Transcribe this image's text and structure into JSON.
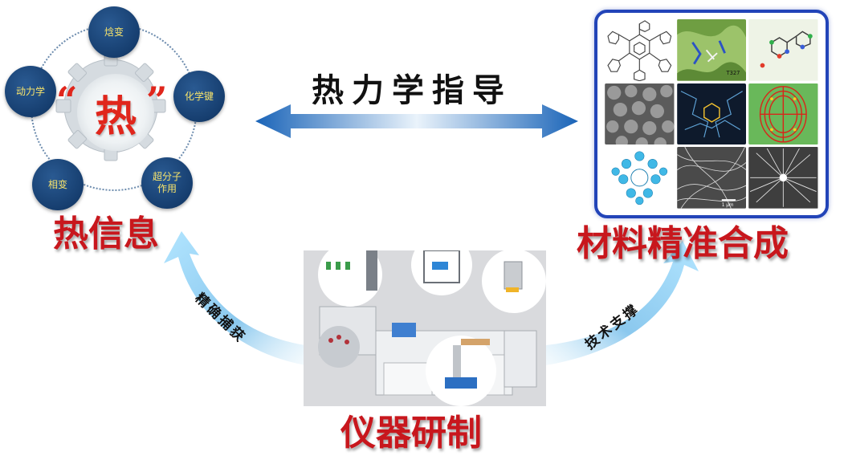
{
  "arrow_title": "热力学指导",
  "left": {
    "center_char": "热",
    "quote_open": "“",
    "quote_close": "”",
    "nodes": {
      "top": "焓变",
      "left": "动力学",
      "right": "化学键",
      "bottom_left": "相变",
      "bottom_right": "超分子\n作用"
    },
    "title": "热信息"
  },
  "right": {
    "title": "材料精准合成",
    "panel_scale_label": "1 μm",
    "panel_residue_label": "T327"
  },
  "bottom": {
    "title": "仪器研制"
  },
  "arcs": {
    "left_label": "精确捕获",
    "right_label": "技术支撑"
  },
  "colors": {
    "title_red": "#c8171d",
    "node_blue": "#163e6f",
    "node_text": "#f7e36b",
    "arrow_blue": "#1f6fc0",
    "panel_border": "#2244b8",
    "arc_blue": "#8fd0f2"
  }
}
